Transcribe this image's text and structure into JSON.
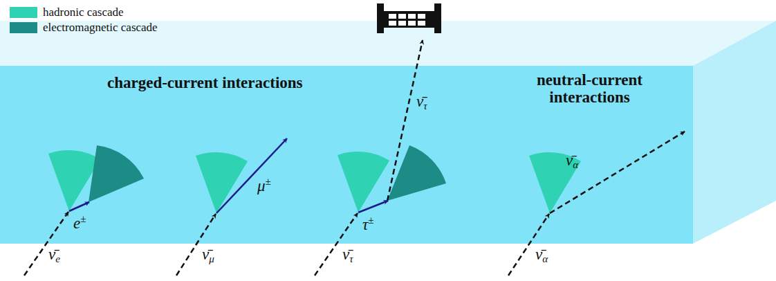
{
  "diagram": {
    "nodes": [
      {
        "text": [
          "charged-current interactions",
          "neutral-current interactions"
        ]
      }
    ],
    "edges": [],
    "labels": [
      "e±",
      "μ±",
      "ν̄τ",
      "τ±",
      "ν̄α",
      "ν̄e",
      "ν̄μ",
      "ν̄τ",
      "ν̄α"
    ],
    "legend": [
      {
        "text": "hadronic cascade",
        "color": "#2fd3b4"
      },
      {
        "text": "electromagnetic cascade",
        "color": "#1e8c86"
      }
    ]
  }
}
